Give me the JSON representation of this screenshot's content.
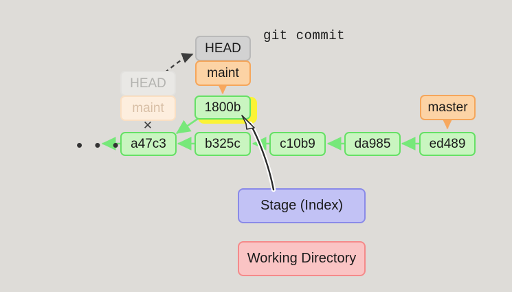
{
  "title": "git commit",
  "background_color": "#dedcd8",
  "colors": {
    "commit_fill": "#c9f5c0",
    "commit_border": "#66e066",
    "ref_fill": "#fcd3a5",
    "ref_border": "#f5a65b",
    "head_fill": "#d2d2d2",
    "head_border": "#b9b9b9",
    "highlight": "#fbf335",
    "stage_fill": "#c2c2f5",
    "stage_border": "#8a8ae8",
    "working_fill": "#fac4c4",
    "working_border": "#f58a8a",
    "ghost_head_fill": "#e9e8e5",
    "ghost_ref_fill": "#fdeede"
  },
  "commits": [
    {
      "id": "a47c3",
      "label": "a47c3"
    },
    {
      "id": "b325c",
      "label": "b325c"
    },
    {
      "id": "c10b9",
      "label": "c10b9"
    },
    {
      "id": "da985",
      "label": "da985"
    },
    {
      "id": "ed489",
      "label": "ed489"
    },
    {
      "id": "1800b",
      "label": "1800b"
    }
  ],
  "refs": {
    "head": "HEAD",
    "maint": "maint",
    "master": "master",
    "ghost_head": "HEAD",
    "ghost_maint": "maint"
  },
  "areas": {
    "stage": "Stage (Index)",
    "working_directory": "Working Directory"
  },
  "ellipsis": "• • •",
  "cross_mark": "✕"
}
